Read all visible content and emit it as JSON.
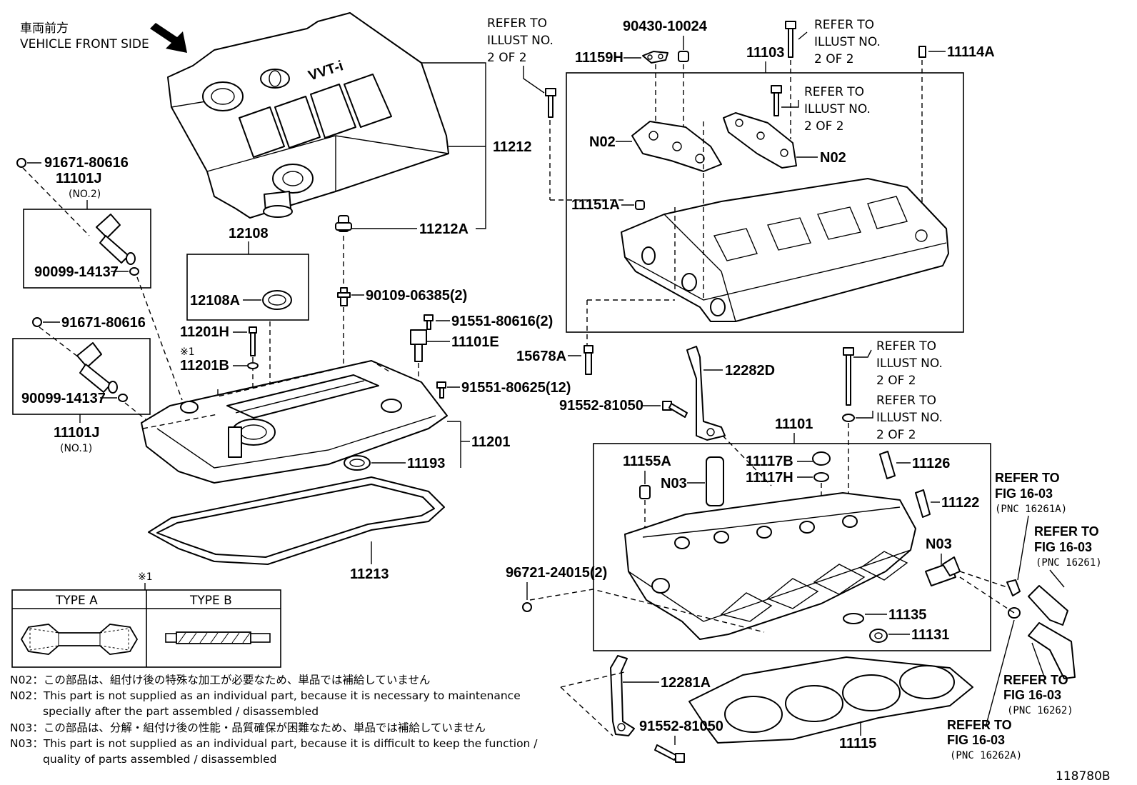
{
  "header": {
    "front_side_jp": "車両前方",
    "front_side_en": "VEHICLE FRONT SIDE"
  },
  "cover_logo": "VVT-i",
  "parts": {
    "p11212": "11212",
    "p11212A": "11212A",
    "p12108": "12108",
    "p12108A": "12108A",
    "p91671_a": "91671-80616",
    "p11101J_a": "11101J",
    "p11101J_a_sub": "(NO.2)",
    "p90099_a": "90099-14137",
    "p91671_b": "91671-80616",
    "p90099_b": "90099-14137",
    "p11101J_b": "11101J",
    "p11101J_b_sub": "(NO.1)",
    "p90109": "90109-06385(2)",
    "p11201H": "11201H",
    "p11201B": "11201B",
    "p91551a": "91551-80616(2)",
    "p11101E": "11101E",
    "p91551b": "91551-80625(12)",
    "p11201": "11201",
    "p11193": "11193",
    "p11213": "11213",
    "p90430": "90430-10024",
    "p11159H": "11159H",
    "p11103": "11103",
    "p11114A": "11114A",
    "pN02a": "N02",
    "pN02b": "N02",
    "p11151A": "11151A",
    "p15678A": "15678A",
    "p12282D": "12282D",
    "p91552a": "91552-81050",
    "p11101": "11101",
    "p11155A": "11155A",
    "p11117B": "11117B",
    "p11117H": "11117H",
    "p11126": "11126",
    "pN03a": "N03",
    "p11122": "11122",
    "pN03b": "N03",
    "p96721": "96721-24015(2)",
    "p11135": "11135",
    "p11131": "11131",
    "p12281A": "12281A",
    "p91552b": "91552-81050",
    "p11115": "11115"
  },
  "refs": {
    "r1": [
      "REFER TO",
      "ILLUST NO.",
      "2 OF 2"
    ],
    "r2": [
      "REFER TO",
      "ILLUST NO.",
      "2 OF 2"
    ],
    "r3": [
      "REFER TO",
      "ILLUST NO.",
      "2 OF 2"
    ],
    "r4": [
      "REFER TO",
      "ILLUST NO.",
      "2 OF 2"
    ],
    "r5": [
      "REFER TO",
      "ILLUST NO.",
      "2 OF 2"
    ],
    "fig1": [
      "REFER TO",
      "FIG 16-03",
      "(PNC 16261A)"
    ],
    "fig2": [
      "REFER TO",
      "FIG 16-03",
      "(PNC 16261)"
    ],
    "fig3": [
      "REFER TO",
      "FIG 16-03",
      "(PNC 16262)"
    ],
    "fig4": [
      "REFER TO",
      "FIG 16-03",
      "(PNC 16262A)"
    ]
  },
  "type_table": {
    "mark": "※1",
    "type_a": "TYPE A",
    "type_b": "TYPE B"
  },
  "mark_11201B": "※1",
  "notes": [
    "N02：この部品は、組付け後の特殊な加工が必要なため、単品では補給していません",
    "N02：This part is not supplied as an individual part, because it is necessary to maintenance",
    "specially after the part assembled / disassembled",
    "N03：この部品は、分解・組付け後の性能・品質確保が困難なため、単品では補給していません",
    "N03：This part is not supplied as an individual part, because it is difficult to keep the function /",
    "quality of parts  assembled / disassembled"
  ],
  "illustration_number": "118780B"
}
